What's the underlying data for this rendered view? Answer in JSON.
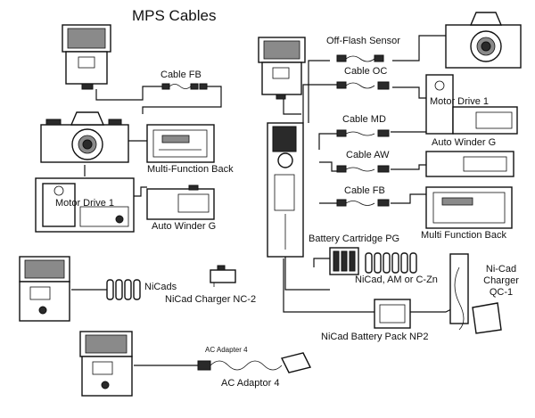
{
  "title": "MPS Cables",
  "labels": {
    "off_flash_sensor": "Off-Flash Sensor",
    "cable_oc": "Cable OC",
    "cable_fb_left": "Cable FB",
    "cable_md": "Cable MD",
    "cable_aw": "Cable AW",
    "cable_fb_right": "Cable FB",
    "motor_drive_right": "Motor Drive 1",
    "auto_winder_right": "Auto Winder G",
    "multi_function_back_left": "Multi-Function Back",
    "motor_drive_left": "Motor Drive 1",
    "auto_winder_left": "Auto Winder G",
    "multi_function_back_right": "Multi Function Back",
    "battery_cartridge": "Battery Cartridge PG",
    "nicad_am_czn": "NiCad, AM or C-Zn",
    "nicads": "NiCads",
    "nicad_charger_nc2": "NiCad Charger NC-2",
    "nicad_charger_qc1_line1": "Ni-Cad",
    "nicad_charger_qc1_line2": "Charger",
    "nicad_charger_qc1_line3": "QC-1",
    "nicad_battery_pack": "NiCad Battery Pack NP2",
    "ac_adapter_small": "AC Adapter 4",
    "ac_adaptor": "AC Adaptor 4"
  }
}
